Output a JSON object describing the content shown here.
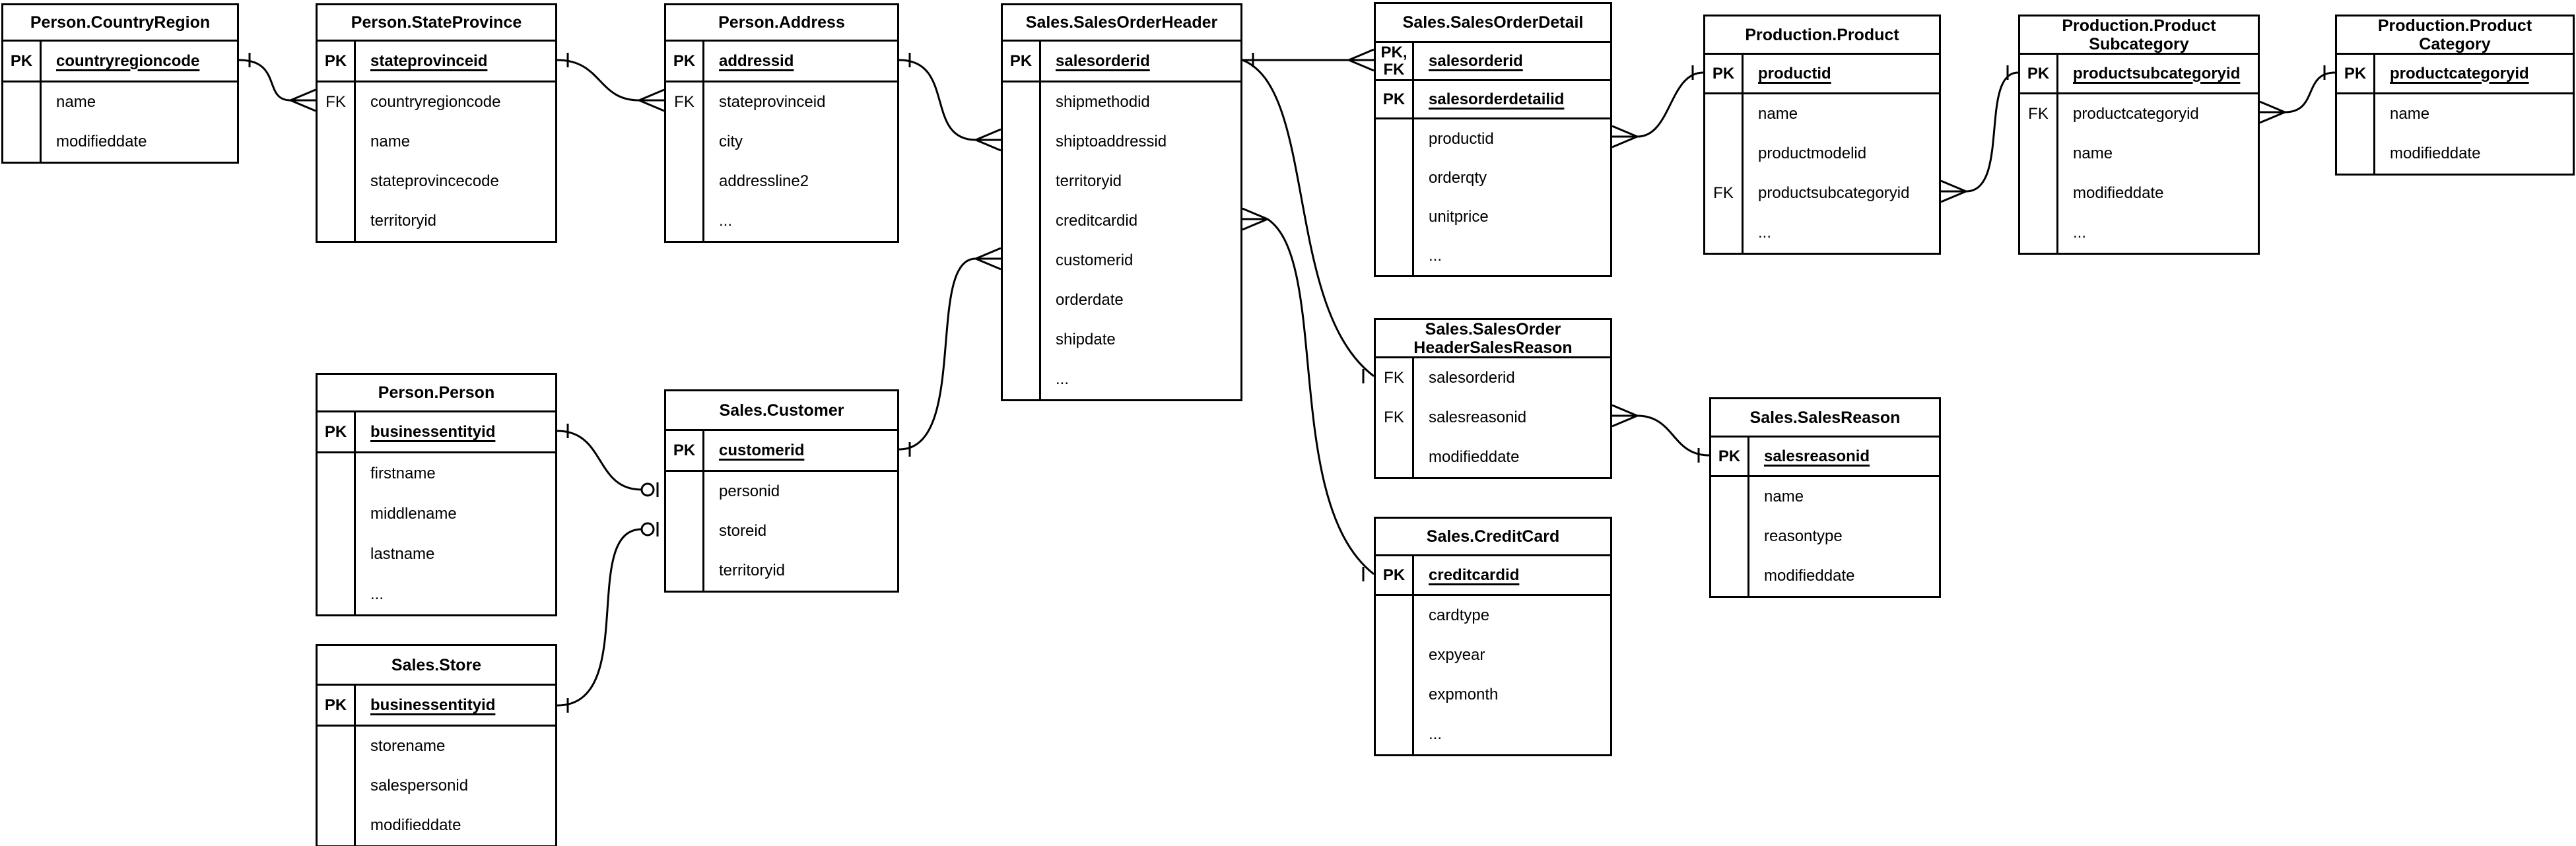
{
  "diagram": {
    "tables": [
      {
        "id": "person-countryregion",
        "title": "Person.CountryRegion",
        "rows": [
          {
            "key": "PK",
            "name": "countryregioncode",
            "pk": true
          },
          {
            "key": "",
            "name": "name"
          },
          {
            "key": "",
            "name": "modifieddate"
          }
        ]
      },
      {
        "id": "person-stateprovince",
        "title": "Person.StateProvince",
        "rows": [
          {
            "key": "PK",
            "name": "stateprovinceid",
            "pk": true
          },
          {
            "key": "FK",
            "name": "countryregioncode"
          },
          {
            "key": "",
            "name": "name"
          },
          {
            "key": "",
            "name": "stateprovincecode"
          },
          {
            "key": "",
            "name": "territoryid"
          }
        ]
      },
      {
        "id": "person-address",
        "title": "Person.Address",
        "rows": [
          {
            "key": "PK",
            "name": "addressid",
            "pk": true
          },
          {
            "key": "FK",
            "name": "stateprovinceid"
          },
          {
            "key": "",
            "name": "city"
          },
          {
            "key": "",
            "name": "addressline2"
          },
          {
            "key": "",
            "name": "..."
          }
        ]
      },
      {
        "id": "sales-salesorderheader",
        "title": "Sales.SalesOrderHeader",
        "rows": [
          {
            "key": "PK",
            "name": "salesorderid",
            "pk": true
          },
          {
            "key": "",
            "name": "shipmethodid"
          },
          {
            "key": "",
            "name": "shiptoaddressid"
          },
          {
            "key": "",
            "name": "territoryid"
          },
          {
            "key": "",
            "name": "creditcardid"
          },
          {
            "key": "",
            "name": "customerid"
          },
          {
            "key": "",
            "name": "orderdate"
          },
          {
            "key": "",
            "name": "shipdate"
          },
          {
            "key": "",
            "name": "..."
          }
        ]
      },
      {
        "id": "sales-salesorderdetail",
        "title": "Sales.SalesOrderDetail",
        "rows": [
          {
            "key": "PK,\nFK",
            "name": "salesorderid",
            "pk": true
          },
          {
            "key": "PK",
            "name": "salesorderdetailid",
            "pk": true
          },
          {
            "key": "",
            "name": "productid"
          },
          {
            "key": "",
            "name": "orderqty"
          },
          {
            "key": "",
            "name": "unitprice"
          },
          {
            "key": "",
            "name": "..."
          }
        ]
      },
      {
        "id": "production-product",
        "title": "Production.Product",
        "rows": [
          {
            "key": "PK",
            "name": "productid",
            "pk": true
          },
          {
            "key": "",
            "name": "name"
          },
          {
            "key": "",
            "name": "productmodelid"
          },
          {
            "key": "FK",
            "name": "productsubcategoryid"
          },
          {
            "key": "",
            "name": "..."
          }
        ]
      },
      {
        "id": "production-productsubcategory",
        "title": "Production.Product\nSubcategory",
        "rows": [
          {
            "key": "PK",
            "name": "productsubcategoryid",
            "pk": true
          },
          {
            "key": "FK",
            "name": "productcategoryid"
          },
          {
            "key": "",
            "name": "name"
          },
          {
            "key": "",
            "name": "modifieddate"
          },
          {
            "key": "",
            "name": "..."
          }
        ]
      },
      {
        "id": "production-productcategory",
        "title": "Production.Product\nCategory",
        "rows": [
          {
            "key": "PK",
            "name": "productcategoryid",
            "pk": true
          },
          {
            "key": "",
            "name": "name"
          },
          {
            "key": "",
            "name": "modifieddate"
          }
        ]
      },
      {
        "id": "sales-salesorderheadersalesreason",
        "title": "Sales.SalesOrder\nHeaderSalesReason",
        "rows": [
          {
            "key": "FK",
            "name": "salesorderid"
          },
          {
            "key": "FK",
            "name": "salesreasonid"
          },
          {
            "key": "",
            "name": "modifieddate"
          }
        ]
      },
      {
        "id": "sales-salesreason",
        "title": "Sales.SalesReason",
        "rows": [
          {
            "key": "PK",
            "name": "salesreasonid",
            "pk": true
          },
          {
            "key": "",
            "name": "name"
          },
          {
            "key": "",
            "name": "reasontype"
          },
          {
            "key": "",
            "name": "modifieddate"
          }
        ]
      },
      {
        "id": "sales-creditcard",
        "title": "Sales.CreditCard",
        "rows": [
          {
            "key": "PK",
            "name": "creditcardid",
            "pk": true
          },
          {
            "key": "",
            "name": "cardtype"
          },
          {
            "key": "",
            "name": "expyear"
          },
          {
            "key": "",
            "name": "expmonth"
          },
          {
            "key": "",
            "name": "..."
          }
        ]
      },
      {
        "id": "person-person",
        "title": "Person.Person",
        "rows": [
          {
            "key": "PK",
            "name": "businessentityid",
            "pk": true
          },
          {
            "key": "",
            "name": "firstname"
          },
          {
            "key": "",
            "name": "middlename"
          },
          {
            "key": "",
            "name": "lastname"
          },
          {
            "key": "",
            "name": "..."
          }
        ]
      },
      {
        "id": "sales-customer",
        "title": "Sales.Customer",
        "rows": [
          {
            "key": "PK",
            "name": "customerid",
            "pk": true
          },
          {
            "key": "",
            "name": "personid"
          },
          {
            "key": "",
            "name": "storeid"
          },
          {
            "key": "",
            "name": "territoryid"
          }
        ]
      },
      {
        "id": "sales-store",
        "title": "Sales.Store",
        "rows": [
          {
            "key": "PK",
            "name": "businessentityid",
            "pk": true
          },
          {
            "key": "",
            "name": "storename"
          },
          {
            "key": "",
            "name": "salespersonid"
          },
          {
            "key": "",
            "name": "modifieddate"
          }
        ]
      }
    ],
    "relationships": [
      {
        "from": "Person.CountryRegion.countryregioncode",
        "from_cardinality": "one",
        "to": "Person.StateProvince.countryregioncode",
        "to_cardinality": "many"
      },
      {
        "from": "Person.StateProvince.stateprovinceid",
        "from_cardinality": "one",
        "to": "Person.Address.stateprovinceid",
        "to_cardinality": "many"
      },
      {
        "from": "Person.Address.addressid",
        "from_cardinality": "one",
        "to": "Sales.SalesOrderHeader.shiptoaddressid",
        "to_cardinality": "many"
      },
      {
        "from": "Person.Person.businessentityid",
        "from_cardinality": "one",
        "to": "Sales.Customer.personid",
        "to_cardinality": "zero-or-one"
      },
      {
        "from": "Sales.Store.businessentityid",
        "from_cardinality": "one",
        "to": "Sales.Customer.storeid",
        "to_cardinality": "zero-or-one"
      },
      {
        "from": "Sales.Customer.customerid",
        "from_cardinality": "one",
        "to": "Sales.SalesOrderHeader.customerid",
        "to_cardinality": "many"
      },
      {
        "from": "Sales.SalesOrderHeader.salesorderid",
        "from_cardinality": "one",
        "to": "Sales.SalesOrderDetail.salesorderid",
        "to_cardinality": "many"
      },
      {
        "from": "Sales.SalesOrderHeader.salesorderid",
        "from_cardinality": "one",
        "to": "Sales.SalesOrderHeaderSalesReason.salesorderid",
        "to_cardinality": "one"
      },
      {
        "from": "Sales.SalesOrderHeader.creditcardid",
        "from_cardinality": "many",
        "to": "Sales.CreditCard.creditcardid",
        "to_cardinality": "one"
      },
      {
        "from": "Sales.SalesOrderDetail.productid",
        "from_cardinality": "many",
        "to": "Production.Product.productid",
        "to_cardinality": "one"
      },
      {
        "from": "Production.Product.productsubcategoryid",
        "from_cardinality": "many",
        "to": "Production.ProductSubcategory.productsubcategoryid",
        "to_cardinality": "one"
      },
      {
        "from": "Production.ProductSubcategory.productcategoryid",
        "from_cardinality": "many",
        "to": "Production.ProductCategory.productcategoryid",
        "to_cardinality": "one"
      },
      {
        "from": "Sales.SalesOrderHeaderSalesReason.salesreasonid",
        "from_cardinality": "many",
        "to": "Sales.SalesReason.salesreasonid",
        "to_cardinality": "one"
      }
    ],
    "colors": {
      "line": "#000000",
      "background": "#ffffff",
      "text": "#000000"
    }
  }
}
